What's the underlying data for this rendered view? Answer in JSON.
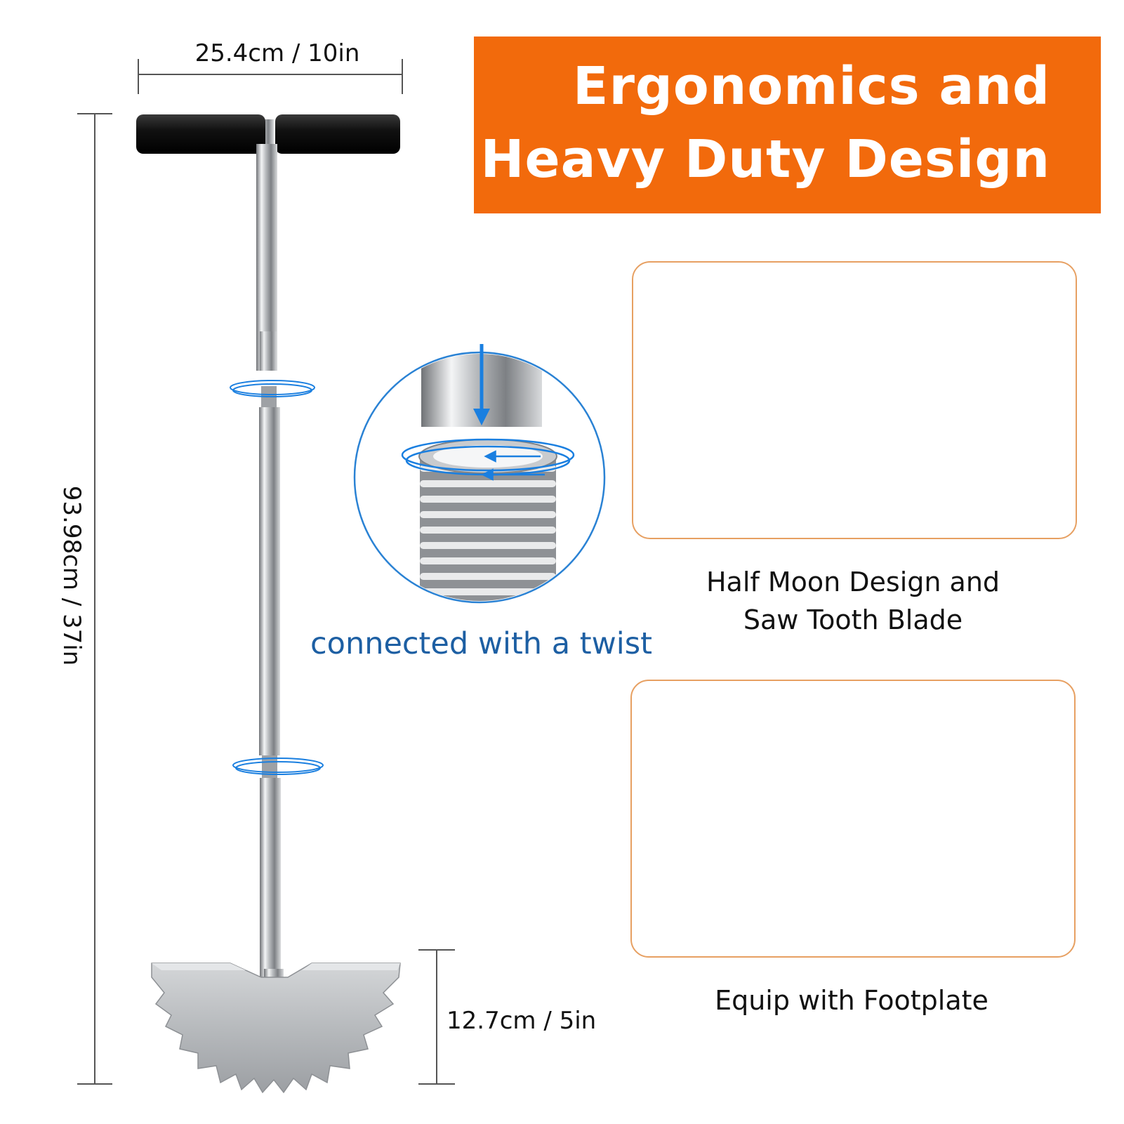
{
  "banner": {
    "line1": "Ergonomics and",
    "line2": "Heavy Duty Design"
  },
  "dimensions": {
    "width": "25.4cm / 10in",
    "height": "93.98cm / 37in",
    "blade": "12.7cm / 5in"
  },
  "detail": {
    "twist_caption": "connected with a twist"
  },
  "features": [
    {
      "line1": "Half Moon Design and",
      "line2": "Saw Tooth Blade"
    },
    {
      "line1": "Equip with Footplate"
    }
  ],
  "colors": {
    "accent": "#f26a0c",
    "card_border": "#e7a062",
    "arrow_blue": "#1a7fe0",
    "caption_blue": "#1d5fa3"
  },
  "icons": [
    "twist-direction-arrow-icon",
    "rotation-arrow-icon",
    "down-arrow-icon"
  ]
}
